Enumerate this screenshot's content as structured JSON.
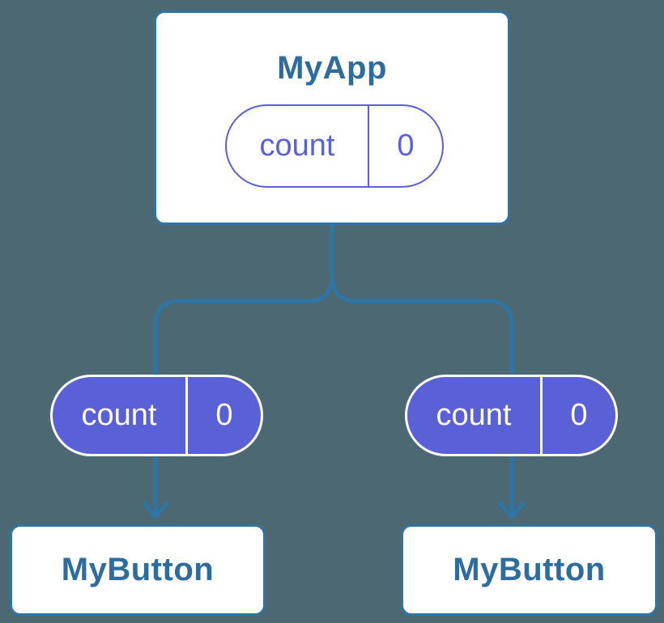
{
  "diagram": {
    "description": "Component tree state diagram",
    "colors": {
      "background": "#4C6973",
      "connector_blue": "#2E75A6",
      "node_border_blue": "#2E75A6",
      "node_text_blue": "#2D6C9E",
      "state_purple": "#5A61D6",
      "white": "#FFFFFF"
    },
    "root_node": {
      "label": "MyApp",
      "state": {
        "key": "count",
        "value": "0"
      }
    },
    "left_branch": {
      "state": {
        "key": "count",
        "value": "0"
      },
      "child_label": "MyButton"
    },
    "right_branch": {
      "state": {
        "key": "count",
        "value": "0"
      },
      "child_label": "MyButton"
    }
  }
}
